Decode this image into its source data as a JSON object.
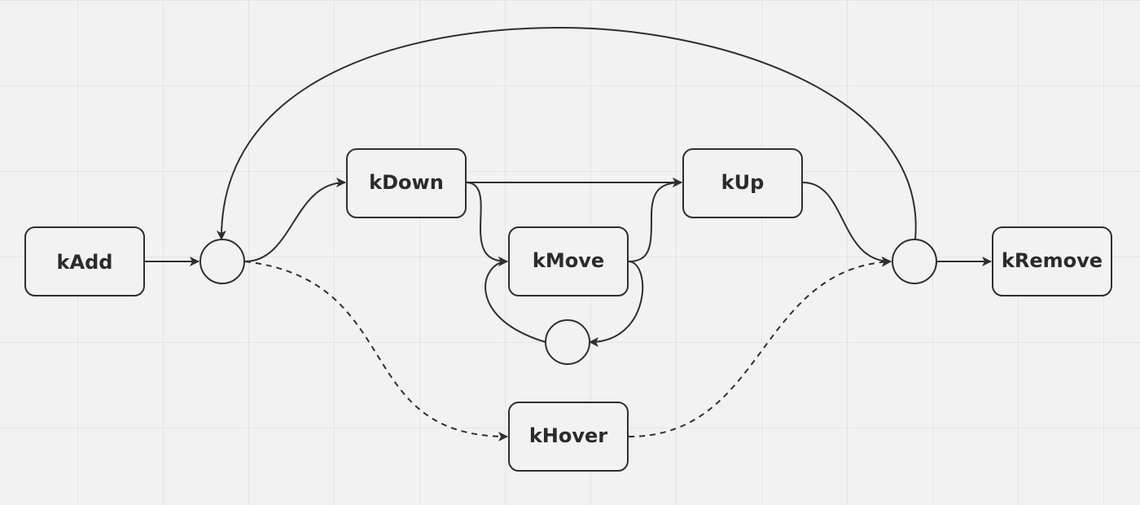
{
  "diagram": {
    "nodes": {
      "kadd": "kAdd",
      "kdown": "kDown",
      "kmove": "kMove",
      "kup": "kUp",
      "khover": "kHover",
      "kremove": "kRemove"
    },
    "colors": {
      "background": "#f2f2f2",
      "grid": "#e4e4e4",
      "stroke": "#2f2f2f",
      "text": "#2b2b2b"
    }
  }
}
